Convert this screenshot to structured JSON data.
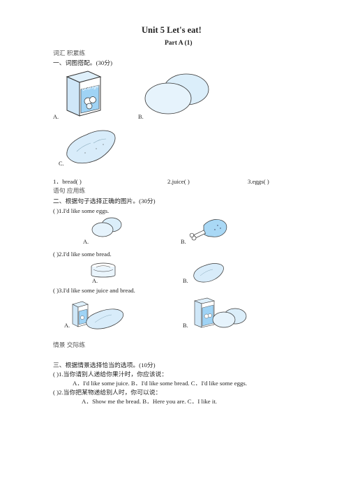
{
  "title": "Unit 5    Let's eat!",
  "part": "Part A (1)",
  "vocab_tag": "词汇  积累练",
  "sec1": {
    "heading": "一、词图搭配。(30分)",
    "img_a_label": "A.",
    "img_b_label": "B.",
    "img_c_label": "C.",
    "carton_text": "orange",
    "items": [
      "1．bread(        )",
      "2.juice(        )",
      "3.eggs(        )"
    ]
  },
  "usage_tag": "语句  应用练",
  "sec2": {
    "heading": "二、根据句子选择正确的图片。(30分)",
    "q1": "(        )1.I'd like some eggs.",
    "q2": "(        )2.I'd like some bread.",
    "q3": "(        )3.I'd like some juice and bread.",
    "label_a": "A.",
    "label_b": "B."
  },
  "scene_tag": "情景  交际练",
  "sec3": {
    "heading": "三、根据情景选择恰当的选项。(10分)",
    "q1": "(        )1.当你请别人递给你果汁时，你应该说：",
    "q1_options": "A．I'd like some juice.      B．I'd like some bread.      C．I'd like some eggs.",
    "q2": "(        )2.当你把某物递给别人时，你可以说：",
    "q2_options": "A．Show me the bread.      B．Here you are.      C．I like it."
  }
}
